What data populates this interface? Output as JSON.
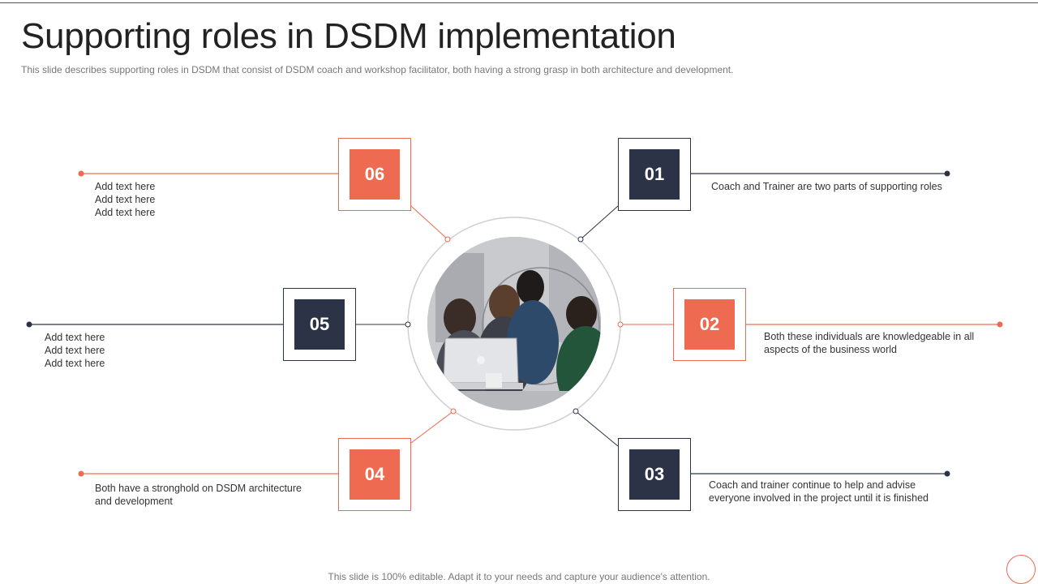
{
  "slide": {
    "title": "Supporting roles in DSDM implementation",
    "subtitle": "This slide describes supporting roles in DSDM that consist of DSDM coach and workshop facilitator, both having a strong grasp in both architecture and development.",
    "footer": "This slide is 100% editable. Adapt it to your needs and capture your audience's attention."
  },
  "colors": {
    "accent": "#ee6a50",
    "navy": "#2c3347"
  },
  "items": [
    {
      "number": "01",
      "lines": [
        "Coach and Trainer are two parts of supporting roles"
      ]
    },
    {
      "number": "02",
      "lines": [
        "Both these individuals are knowledgeable in all",
        "aspects of the business world"
      ]
    },
    {
      "number": "03",
      "lines": [
        "Coach and trainer continue to help and advise",
        "everyone involved in the project until it is finished"
      ]
    },
    {
      "number": "04",
      "lines": [
        "Both have a stronghold on DSDM architecture",
        "and development"
      ]
    },
    {
      "number": "05",
      "lines": [
        "Add text here",
        "Add text here",
        "Add text here"
      ]
    },
    {
      "number": "06",
      "lines": [
        "Add text here",
        "Add text here",
        "Add text here"
      ]
    }
  ],
  "center_image": {
    "icon": "team-meeting-photo"
  }
}
